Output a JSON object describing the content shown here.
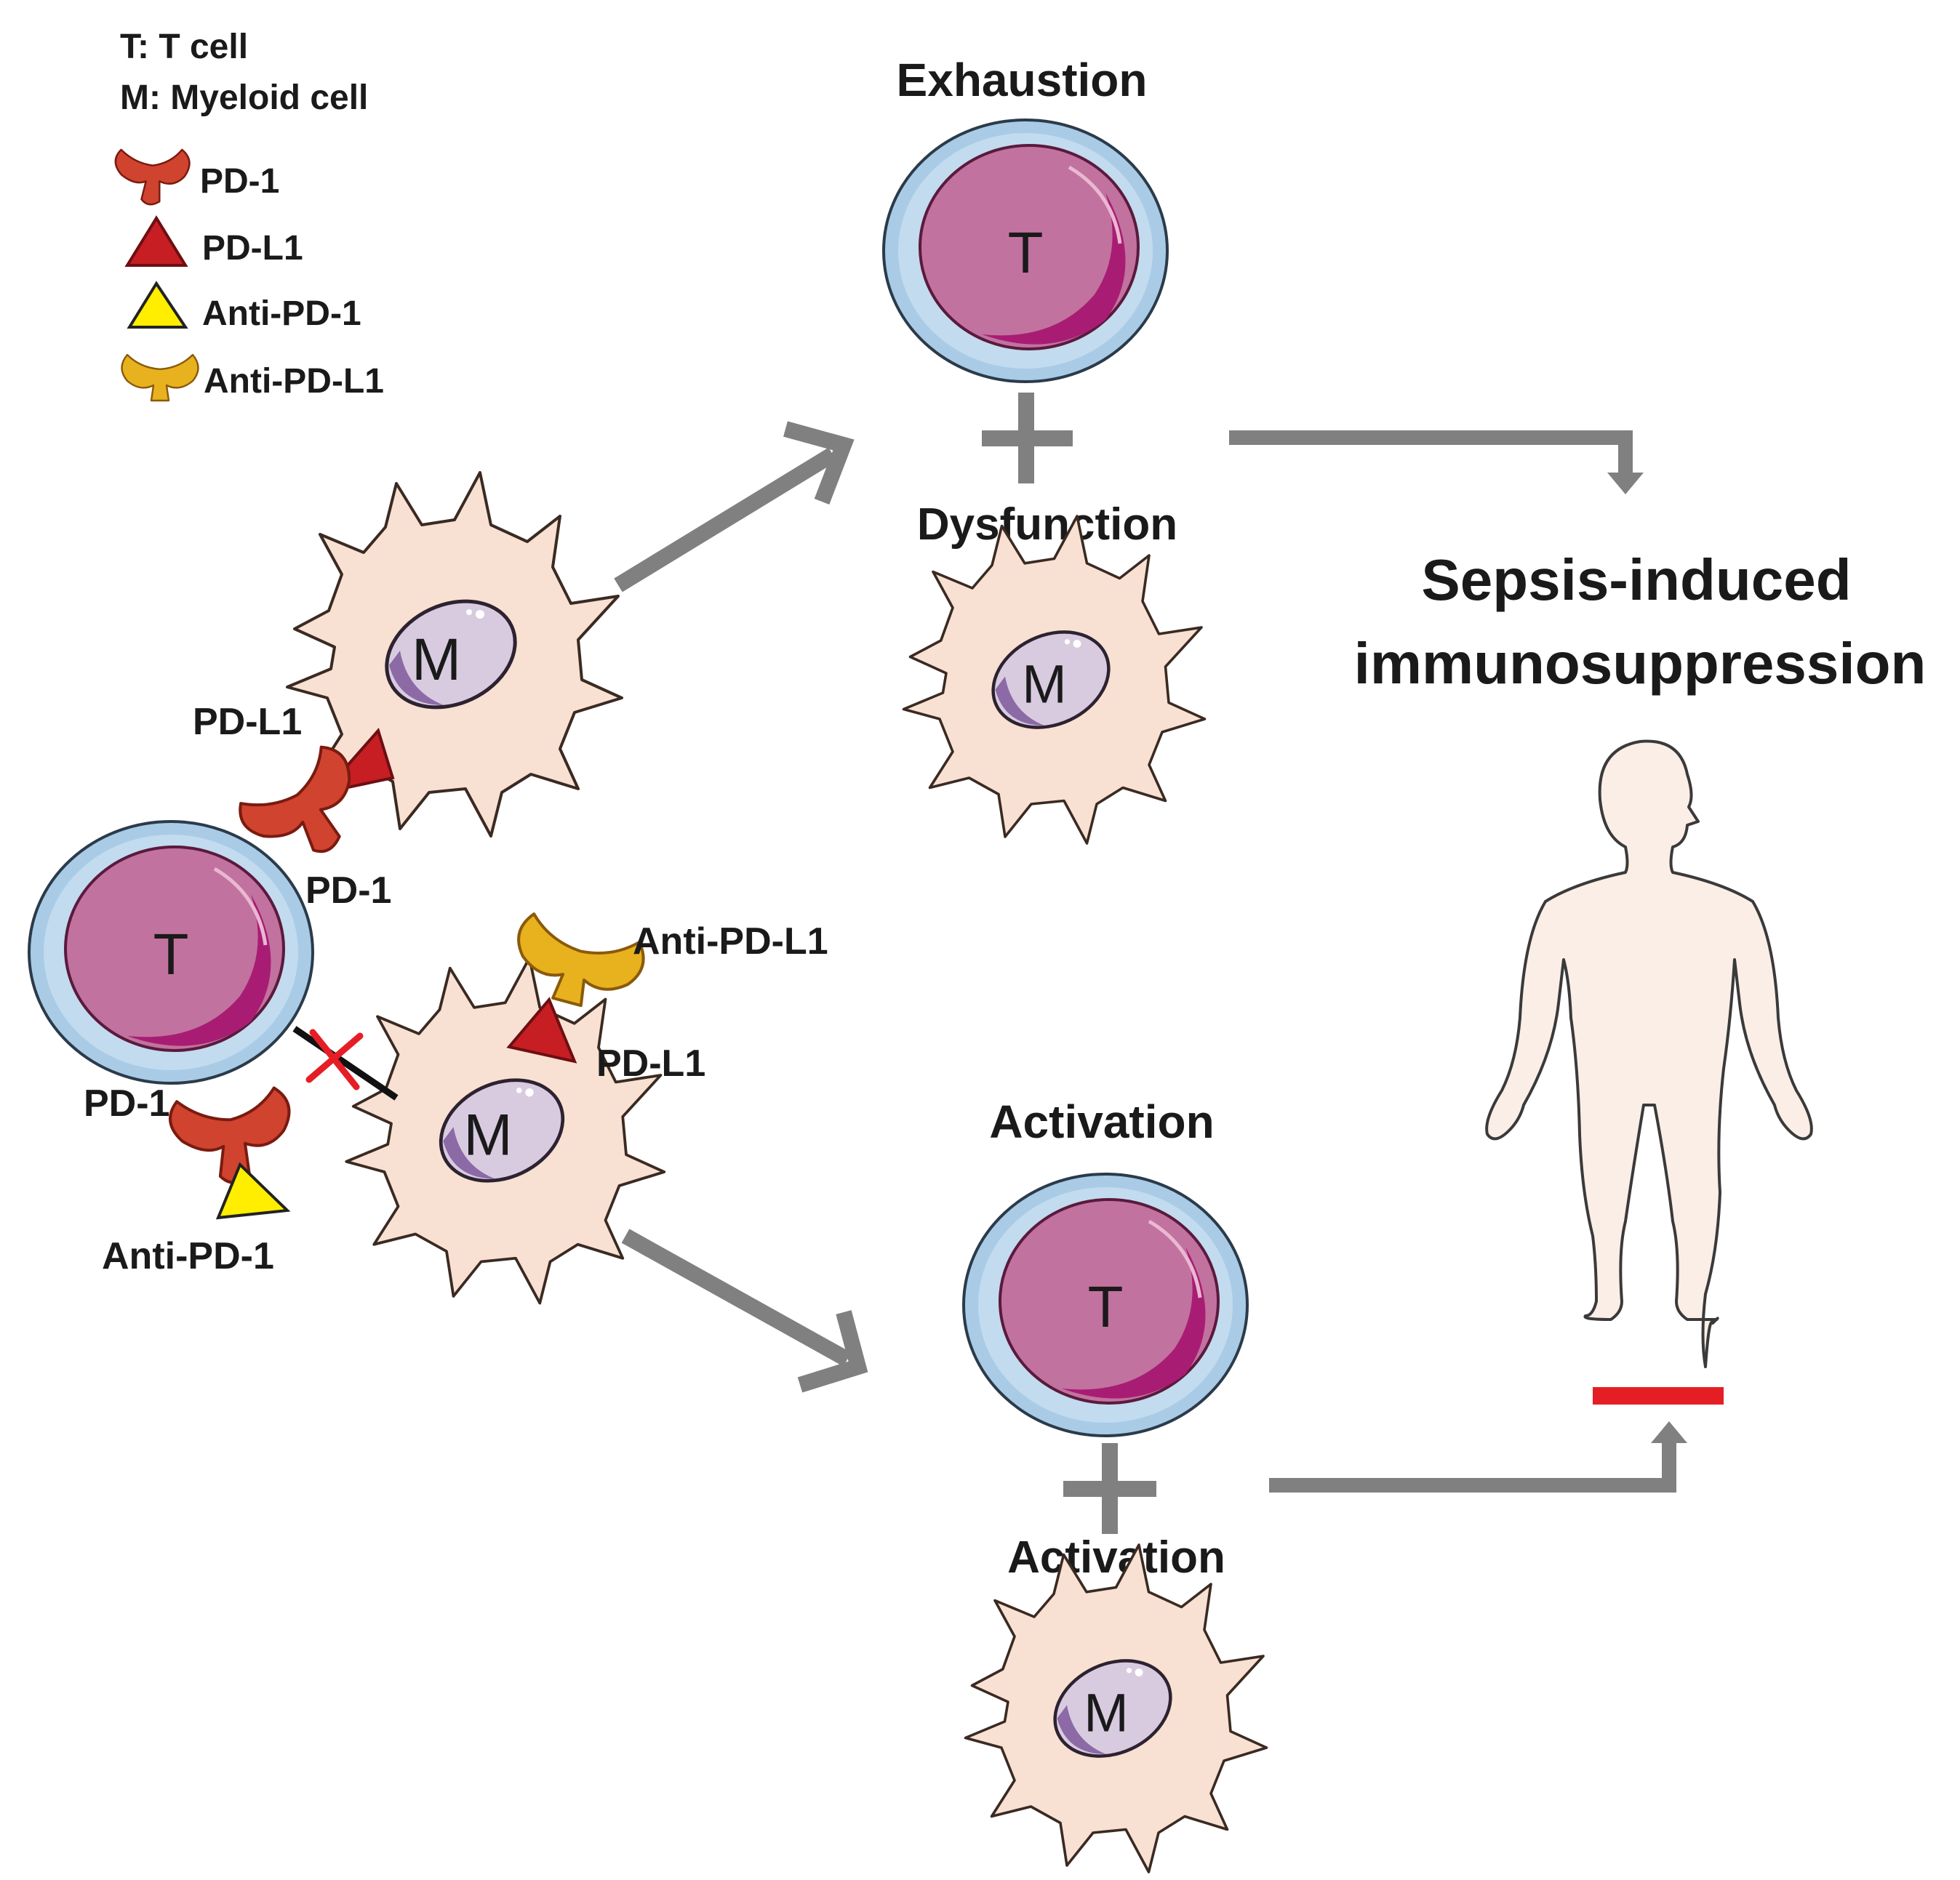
{
  "legend": {
    "t_def": "T: T cell",
    "m_def": "M: Myeloid cell",
    "items": [
      "PD-1",
      "PD-L1",
      "Anti-PD-1",
      "Anti-PD-L1"
    ]
  },
  "cell_letters": {
    "t": "T",
    "m": "M"
  },
  "labels": {
    "exhaustion": "Exhaustion",
    "dysfunction": "Dysfunction",
    "activation_t": "Activation",
    "activation_m": "Activation",
    "outcome_line1": "Sepsis-induced",
    "outcome_line2": "immunosuppression",
    "pdl1_top": "PD-L1",
    "pd1_top": "PD-1",
    "anti_pdl1": "Anti-PD-L1",
    "pdl1_bottom": "PD-L1",
    "pd1_bottom": "PD-1",
    "anti_pd1": "Anti-PD-1"
  },
  "colors": {
    "t_membrane": "#a9cbe6",
    "t_nucleus": "#c2729f",
    "t_nucleus_shadow": "#a81d73",
    "m_cytoplasm": "#f8e1d2",
    "m_nucleus": "#d8cbe0",
    "pd1": "#d0432f",
    "pdl1": "#c61e23",
    "anti_pd1": "#ffee00",
    "anti_pdl1": "#e8b11e",
    "arrow": "#808080",
    "block_x": "#e51e25",
    "inhibit_bar": "#e51e25",
    "body": "#fbeee6"
  },
  "icons": [
    "pd1-receptor-icon",
    "pdl1-ligand-icon",
    "anti-pd1-icon",
    "anti-pdl1-icon",
    "human-body-icon",
    "block-x-icon",
    "plus-icon",
    "inhibition-bar-icon"
  ]
}
